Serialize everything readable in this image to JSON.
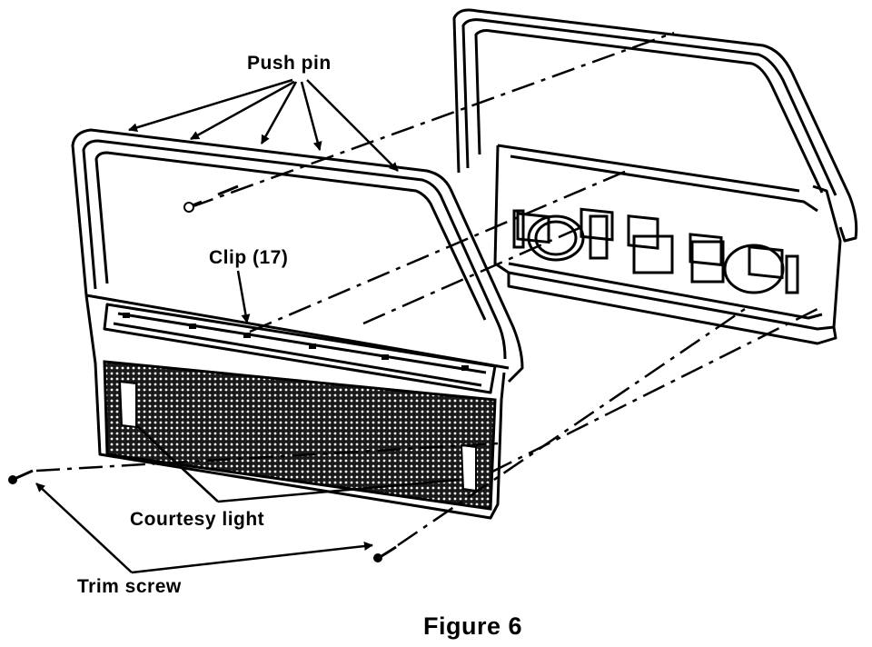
{
  "diagram": {
    "labels": {
      "push_pin": "Push pin",
      "clip": "Clip (17)",
      "courtesy_light": "Courtesy light",
      "trim_screw": "Trim screw"
    },
    "caption": "Figure 6"
  }
}
